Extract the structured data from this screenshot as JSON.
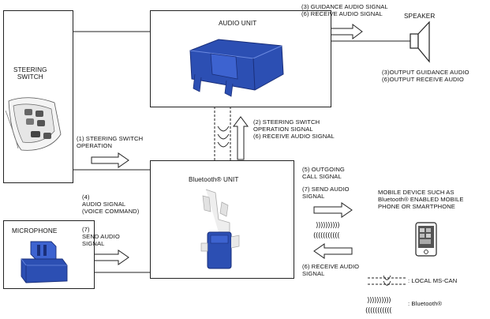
{
  "boxes": {
    "steering_switch": "STEERING\nSWITCH",
    "audio_unit": "AUDIO UNIT",
    "bluetooth_unit": "Bluetooth® UNIT",
    "microphone": "MICROPHONE",
    "speaker": "SPEAKER"
  },
  "signals": {
    "audio_to_speaker": "(3) GUIDANCE AUDIO SIGNAL\n(6) RECEIVE AUDIO SIGNAL",
    "speaker_output": "(3)OUTPUT GUIDANCE AUDIO\n(6)OUTPUT RECEIVE AUDIO",
    "steering_to_bluetooth": "(1) STEERING SWITCH\n      OPERATION",
    "bluetooth_to_audio": "(2)  STEERING SWITCH\n       OPERATION SIGNAL\n(6)  RECEIVE AUDIO SIGNAL",
    "microphone_to_bluetooth_4": "(4)\nAUDIO SIGNAL\n(VOICE COMMAND)",
    "microphone_to_bluetooth_7": "(7)\nSEND AUDIO\nSIGNAL",
    "outgoing": "(5) OUTGOING\n      CALL SIGNAL",
    "send_audio": "(7) SEND AUDIO\n      SIGNAL",
    "receive_audio": "(6) RECEIVE AUDIO\n      SIGNAL"
  },
  "mobile_device": "MOBILE DEVICE SUCH AS\nBluetooth® ENABLED MOBILE\nPHONE OR SMARTPHONE",
  "legend": {
    "local_ms_can": ": LOCAL MS-CAN",
    "bluetooth": ": Bluetooth®"
  },
  "wireless_symbols": {
    "top": "))))))))))",
    "bottom": "((((((((((("
  },
  "colors": {
    "component_blue": "#2c4fb3",
    "component_dark": "#1a2f7a",
    "line": "#222222"
  }
}
